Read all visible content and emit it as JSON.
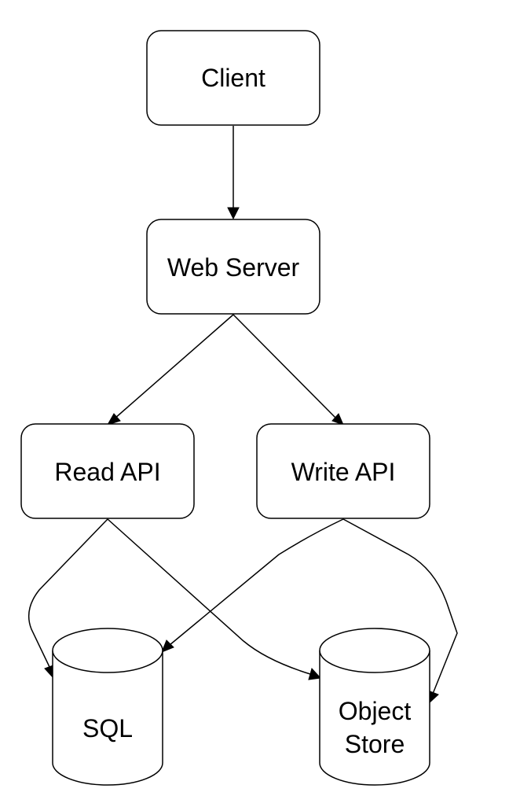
{
  "nodes": {
    "client": {
      "label": "Client"
    },
    "web_server": {
      "label": "Web Server"
    },
    "read_api": {
      "label": "Read API"
    },
    "write_api": {
      "label": "Write API"
    },
    "sql": {
      "label": "SQL"
    },
    "object_store": {
      "label_line1": "Object",
      "label_line2": "Store"
    }
  },
  "edges": [
    {
      "from": "Client",
      "to": "Web Server"
    },
    {
      "from": "Web Server",
      "to": "Read API"
    },
    {
      "from": "Web Server",
      "to": "Write API"
    },
    {
      "from": "Read API",
      "to": "SQL"
    },
    {
      "from": "Read API",
      "to": "Object Store"
    },
    {
      "from": "Write API",
      "to": "SQL"
    },
    {
      "from": "Write API",
      "to": "Object Store"
    }
  ],
  "colors": {
    "stroke": "#000000",
    "fill": "#ffffff",
    "text": "#000000"
  }
}
